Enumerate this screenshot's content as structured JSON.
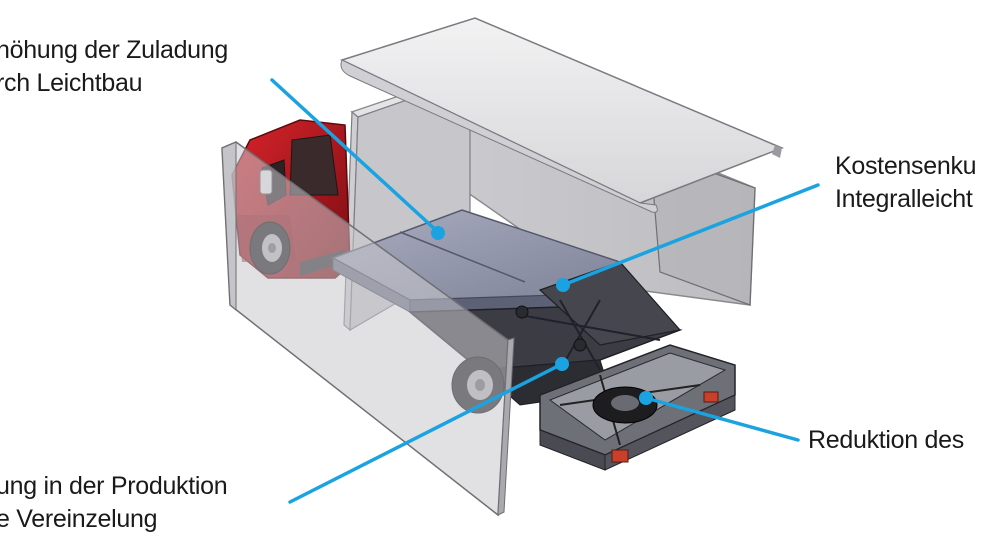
{
  "annotations": {
    "top_left": {
      "line1": "höhung der Zuladung",
      "line2": "rch Leichtbau"
    },
    "top_right": {
      "line1": "Kostensenku",
      "line2": "Integralleicht"
    },
    "mid_right": {
      "line1": "Reduktion des"
    },
    "bottom_left": {
      "line1": "ung in der Produktion",
      "line2": "e Vereinzelung"
    }
  },
  "colors": {
    "leader": "#1aa3e0",
    "cab": "#b8141b",
    "panel": "#d9d9db",
    "floor": "#8f93a8",
    "frame": "#3a3a3e"
  }
}
